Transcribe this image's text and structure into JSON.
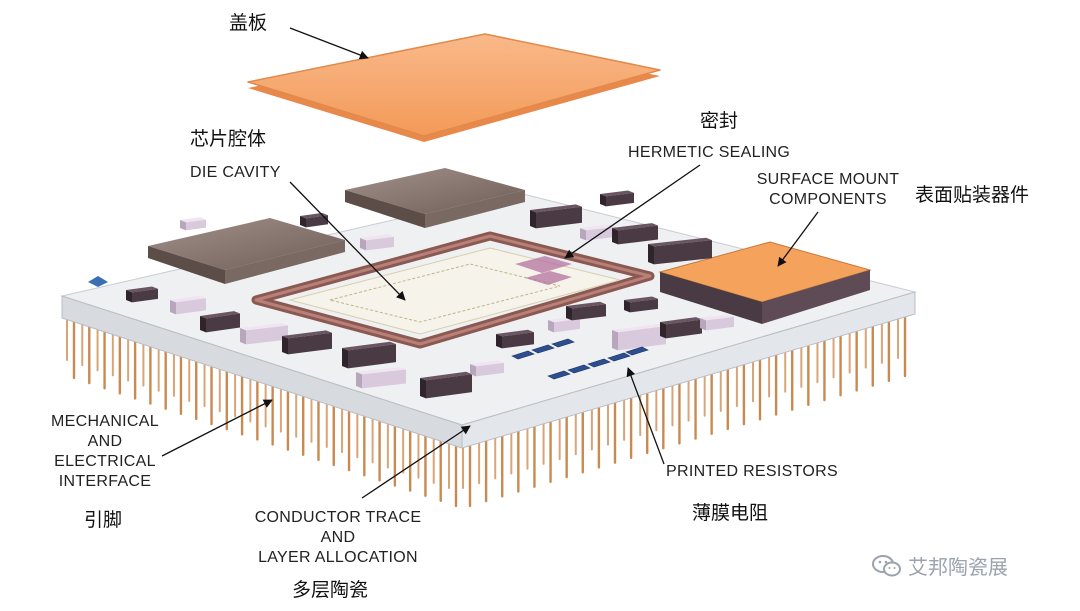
{
  "labels": {
    "cover_zh": "盖板",
    "die_cavity_zh": "芯片腔体",
    "die_cavity_en": "DIE CAVITY",
    "sealing_zh": "密封",
    "sealing_en": "HERMETIC SEALING",
    "smc_en_line1": "SURFACE MOUNT",
    "smc_en_line2": "COMPONENTS",
    "smc_zh": "表面贴装器件",
    "interface_en_line1": "MECHANICAL",
    "interface_en_line2": "AND",
    "interface_en_line3": "ELECTRICAL",
    "interface_en_line4": "INTERFACE",
    "interface_zh": "引脚",
    "conductor_en_line1": "CONDUCTOR TRACE",
    "conductor_en_line2": "AND",
    "conductor_en_line3": "LAYER ALLOCATION",
    "conductor_zh": "多层陶瓷",
    "resistors_en": "PRINTED RESISTORS",
    "resistors_zh": "薄膜电阻"
  },
  "watermark": {
    "text": "艾邦陶瓷展",
    "icon": "wechat-icon"
  },
  "colors": {
    "cover": "#f7a86a",
    "substrate": "#eef0f2",
    "seal_ring": "#8a5a52",
    "chip_body": "#8e7a70",
    "smc_top": "#f5a25c",
    "component_dark": "#4a3a44",
    "component_light": "#d9c9dd",
    "pins": "#c98a52"
  }
}
